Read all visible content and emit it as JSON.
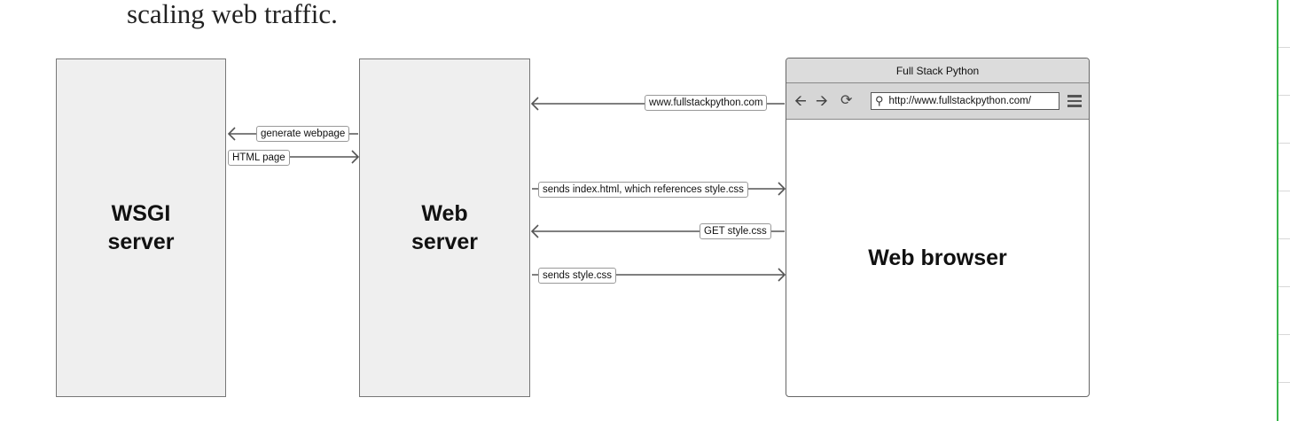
{
  "intro_text": "scaling web traffic.",
  "wsgi_server": {
    "line1": "WSGI",
    "line2": "server"
  },
  "web_server": {
    "line1": "Web",
    "line2": "server"
  },
  "browser": {
    "title": "Full Stack Python",
    "url": "http://www.fullstackpython.com/",
    "body_label": "Web browser",
    "icons": [
      "back-arrow-icon",
      "forward-arrow-icon",
      "reload-icon",
      "search-icon",
      "hamburger-menu-icon"
    ]
  },
  "edges": {
    "generate_webpage": "generate webpage",
    "html_page": "HTML page",
    "request_url": "www.fullstackpython.com",
    "sends_index": "sends index.html, which references style.css",
    "get_style": "GET style.css",
    "sends_style": "sends style.css"
  },
  "colors": {
    "box_fill": "#efefef",
    "arrow": "#555555",
    "accent_rule": "#39b54a"
  }
}
